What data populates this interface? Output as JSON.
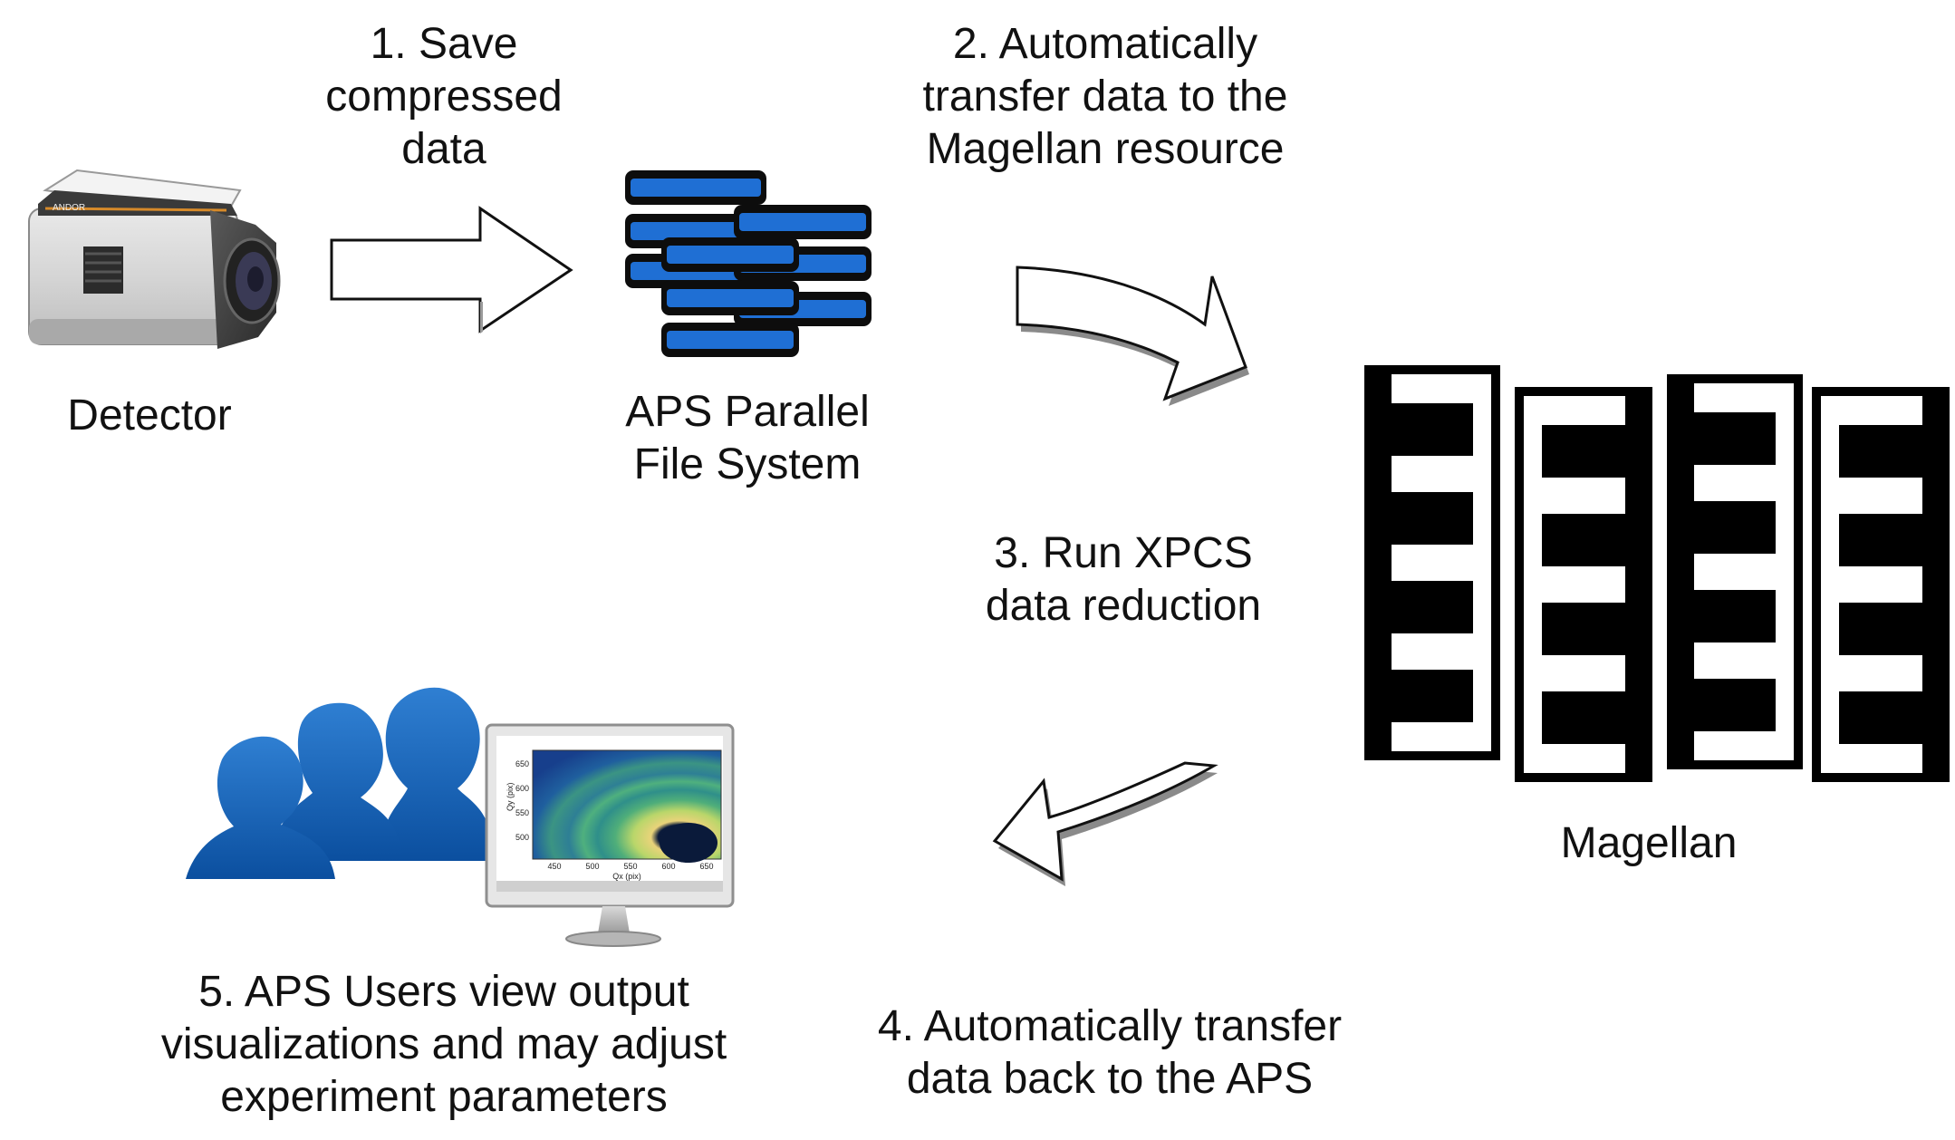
{
  "steps": {
    "step1": [
      "1. Save",
      "compressed",
      "data"
    ],
    "step2": [
      "2. Automatically",
      "transfer data to the",
      "Magellan resource"
    ],
    "step3": [
      "3. Run XPCS",
      "data reduction"
    ],
    "step4": [
      "4. Automatically transfer",
      "data back to the APS"
    ],
    "step5": [
      "5. APS Users view output",
      "visualizations and may adjust",
      "experiment parameters"
    ]
  },
  "nodes": {
    "detector": "Detector",
    "fs": [
      "APS Parallel",
      "File System"
    ],
    "magellan": "Magellan"
  },
  "detector_brand": "ANDOR",
  "monitor_plot": {
    "y_ticks": [
      "650",
      "600",
      "550",
      "500"
    ],
    "x_ticks": [
      "450",
      "500",
      "550",
      "600",
      "650"
    ],
    "ylabel": "Qy (pix)",
    "xlabel": "Qx (pix)"
  },
  "colors": {
    "disk_blue": "#1f6fd4",
    "people_blue": "#1e7bd0",
    "rack_black": "#000000"
  }
}
